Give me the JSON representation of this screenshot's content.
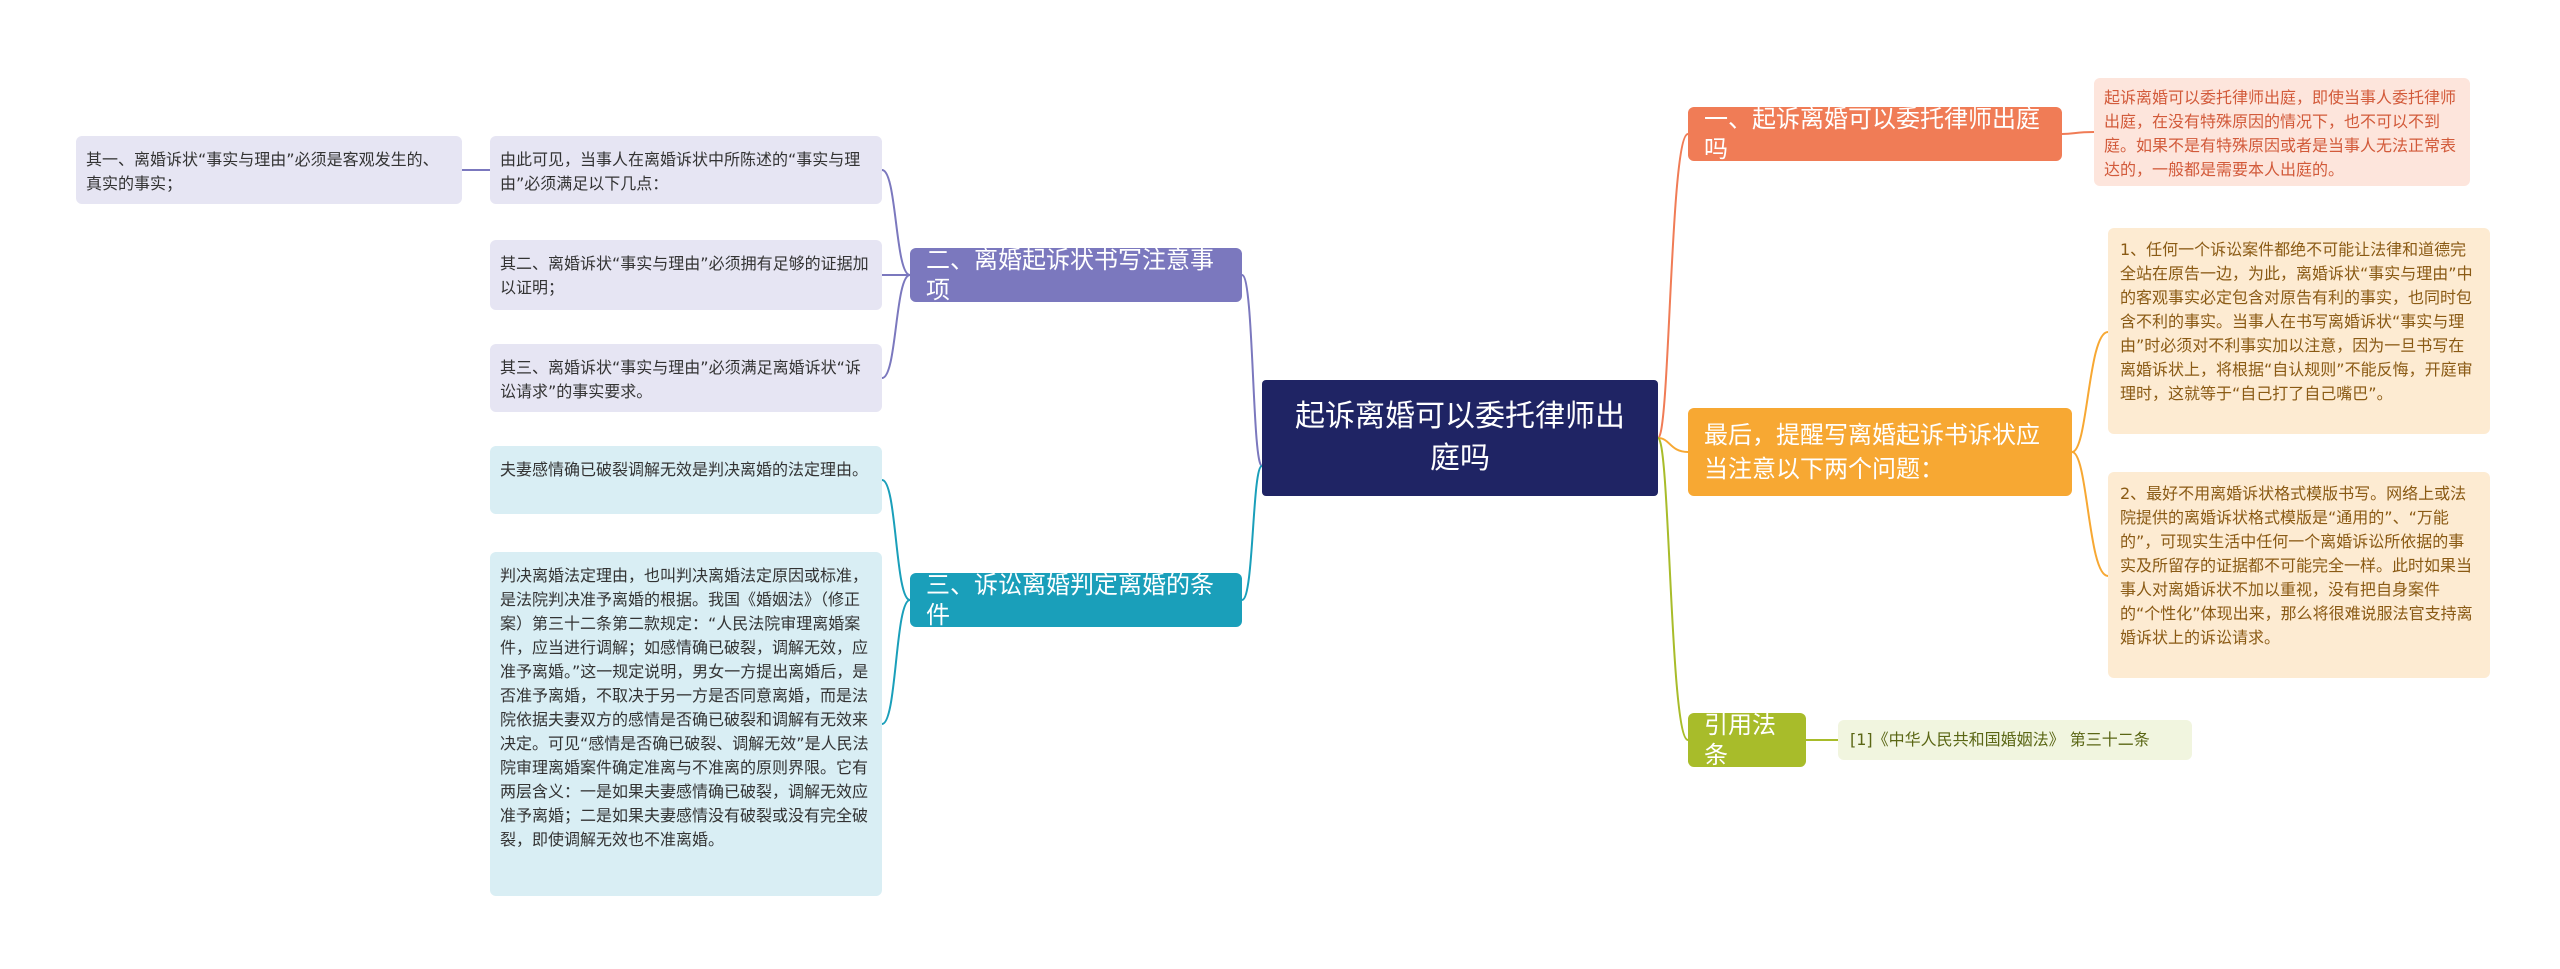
{
  "center": {
    "title": "起诉离婚可以委托律师出庭吗"
  },
  "left": {
    "b2": {
      "label": "二、离婚起诉状书写注意事项",
      "color": "#7b78be",
      "items": [
        "由此可见，当事人在离婚诉状中所陈述的“事实与理由”必须满足以下几点：",
        "其二、离婚诉状“事实与理由”必须拥有足够的证据加以证明；",
        "其三、离婚诉状“事实与理由”必须满足离婚诉状“诉讼请求”的事实要求。"
      ],
      "sub": "其一、离婚诉状“事实与理由”必须是客观发生的、真实的事实；"
    },
    "b3": {
      "label": "三、诉讼离婚判定离婚的条件",
      "color": "#1a9fba",
      "items": [
        "夫妻感情确已破裂调解无效是判决离婚的法定理由。",
        "判决离婚法定理由，也叫判决离婚法定原因或标准，是法院判决准予离婚的根据。我国《婚姻法》（修正案）第三十二条第二款规定：“人民法院审理离婚案件，应当进行调解；如感情确已破裂，调解无效，应准予离婚。”这一规定说明，男女一方提出离婚后，是否准予离婚，不取决于另一方是否同意离婚，而是法院依据夫妻双方的感情是否确已破裂和调解有无效来决定。可见“感情是否确已破裂、调解无效”是人民法院审理离婚案件确定准离与不准离的原则界限。它有两层含义：一是如果夫妻感情确已破裂，调解无效应准予离婚；二是如果夫妻感情没有破裂或没有完全破裂，即使调解无效也不准离婚。"
      ]
    }
  },
  "right": {
    "b1": {
      "label": "一、起诉离婚可以委托律师出庭吗",
      "color": "#f07c56",
      "text": "起诉离婚可以委托律师出庭，即使当事人委托律师出庭，在没有特殊原因的情况下，也不可以不到庭。如果不是有特殊原因或者是当事人无法正常表达的，一般都是需要本人出庭的。"
    },
    "bLast": {
      "label": "最后，提醒写离婚起诉书诉状应当注意以下两个问题：",
      "color": "#f7a833",
      "items": [
        "1、任何一个诉讼案件都绝不可能让法律和道德完全站在原告一边，为此，离婚诉状“事实与理由”中的客观事实必定包含对原告有利的事实，也同时包含不利的事实。当事人在书写离婚诉状“事实与理由”时必须对不利事实加以注意，因为一旦书写在离婚诉状上，将根据“自认规则”不能反悔，开庭审理时，这就等于“自己打了自己嘴巴”。",
        "2、最好不用离婚诉状格式模版书写。网络上或法院提供的离婚诉状格式模版是“通用的”、“万能的”，可现实生活中任何一个离婚诉讼所依据的事实及所留存的证据都不可能完全一样。此时如果当事人对离婚诉状不加以重视，没有把自身案件的“个性化”体现出来，那么将很难说服法官支持离婚诉状上的诉讼请求。"
      ]
    },
    "bLaw": {
      "label": "引用法条",
      "color": "#a8bc2a",
      "text": "[1]《中华人民共和国婚姻法》 第三十二条"
    }
  }
}
